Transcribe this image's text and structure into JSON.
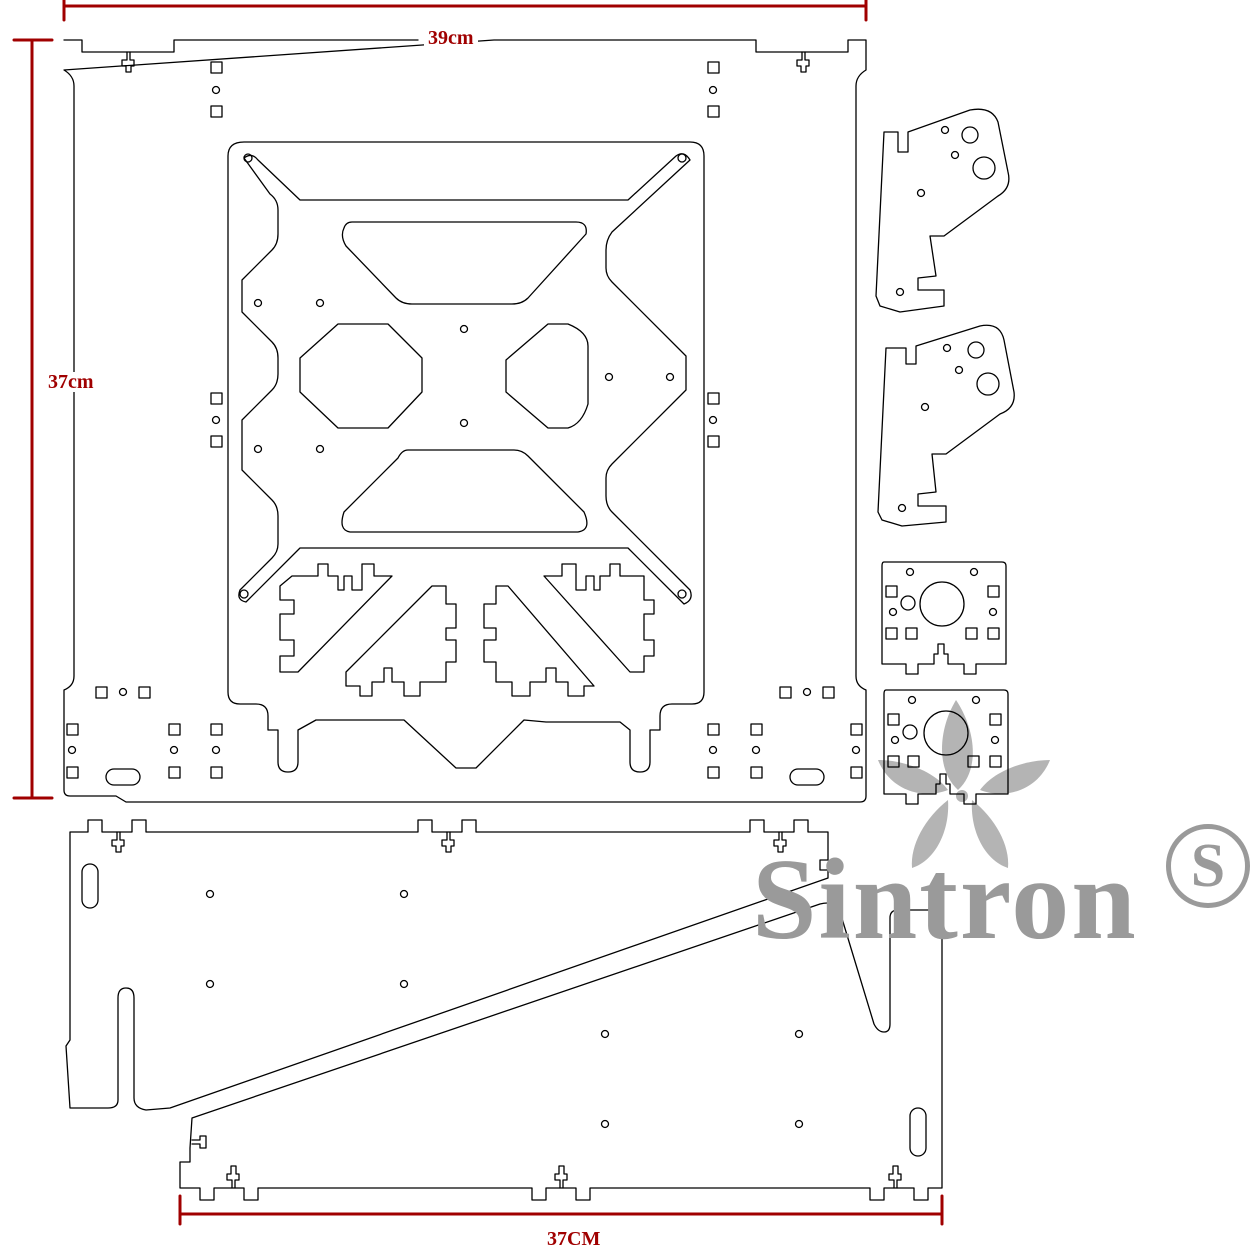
{
  "dimensions": {
    "top_width": "39cm",
    "left_height": "37cm",
    "bottom_width": "37CM"
  },
  "watermark": {
    "brand": "Sintron",
    "mark": "S"
  },
  "colors": {
    "dimension": "#a00000",
    "outline": "#000000",
    "watermark": "#9a9a9a"
  }
}
